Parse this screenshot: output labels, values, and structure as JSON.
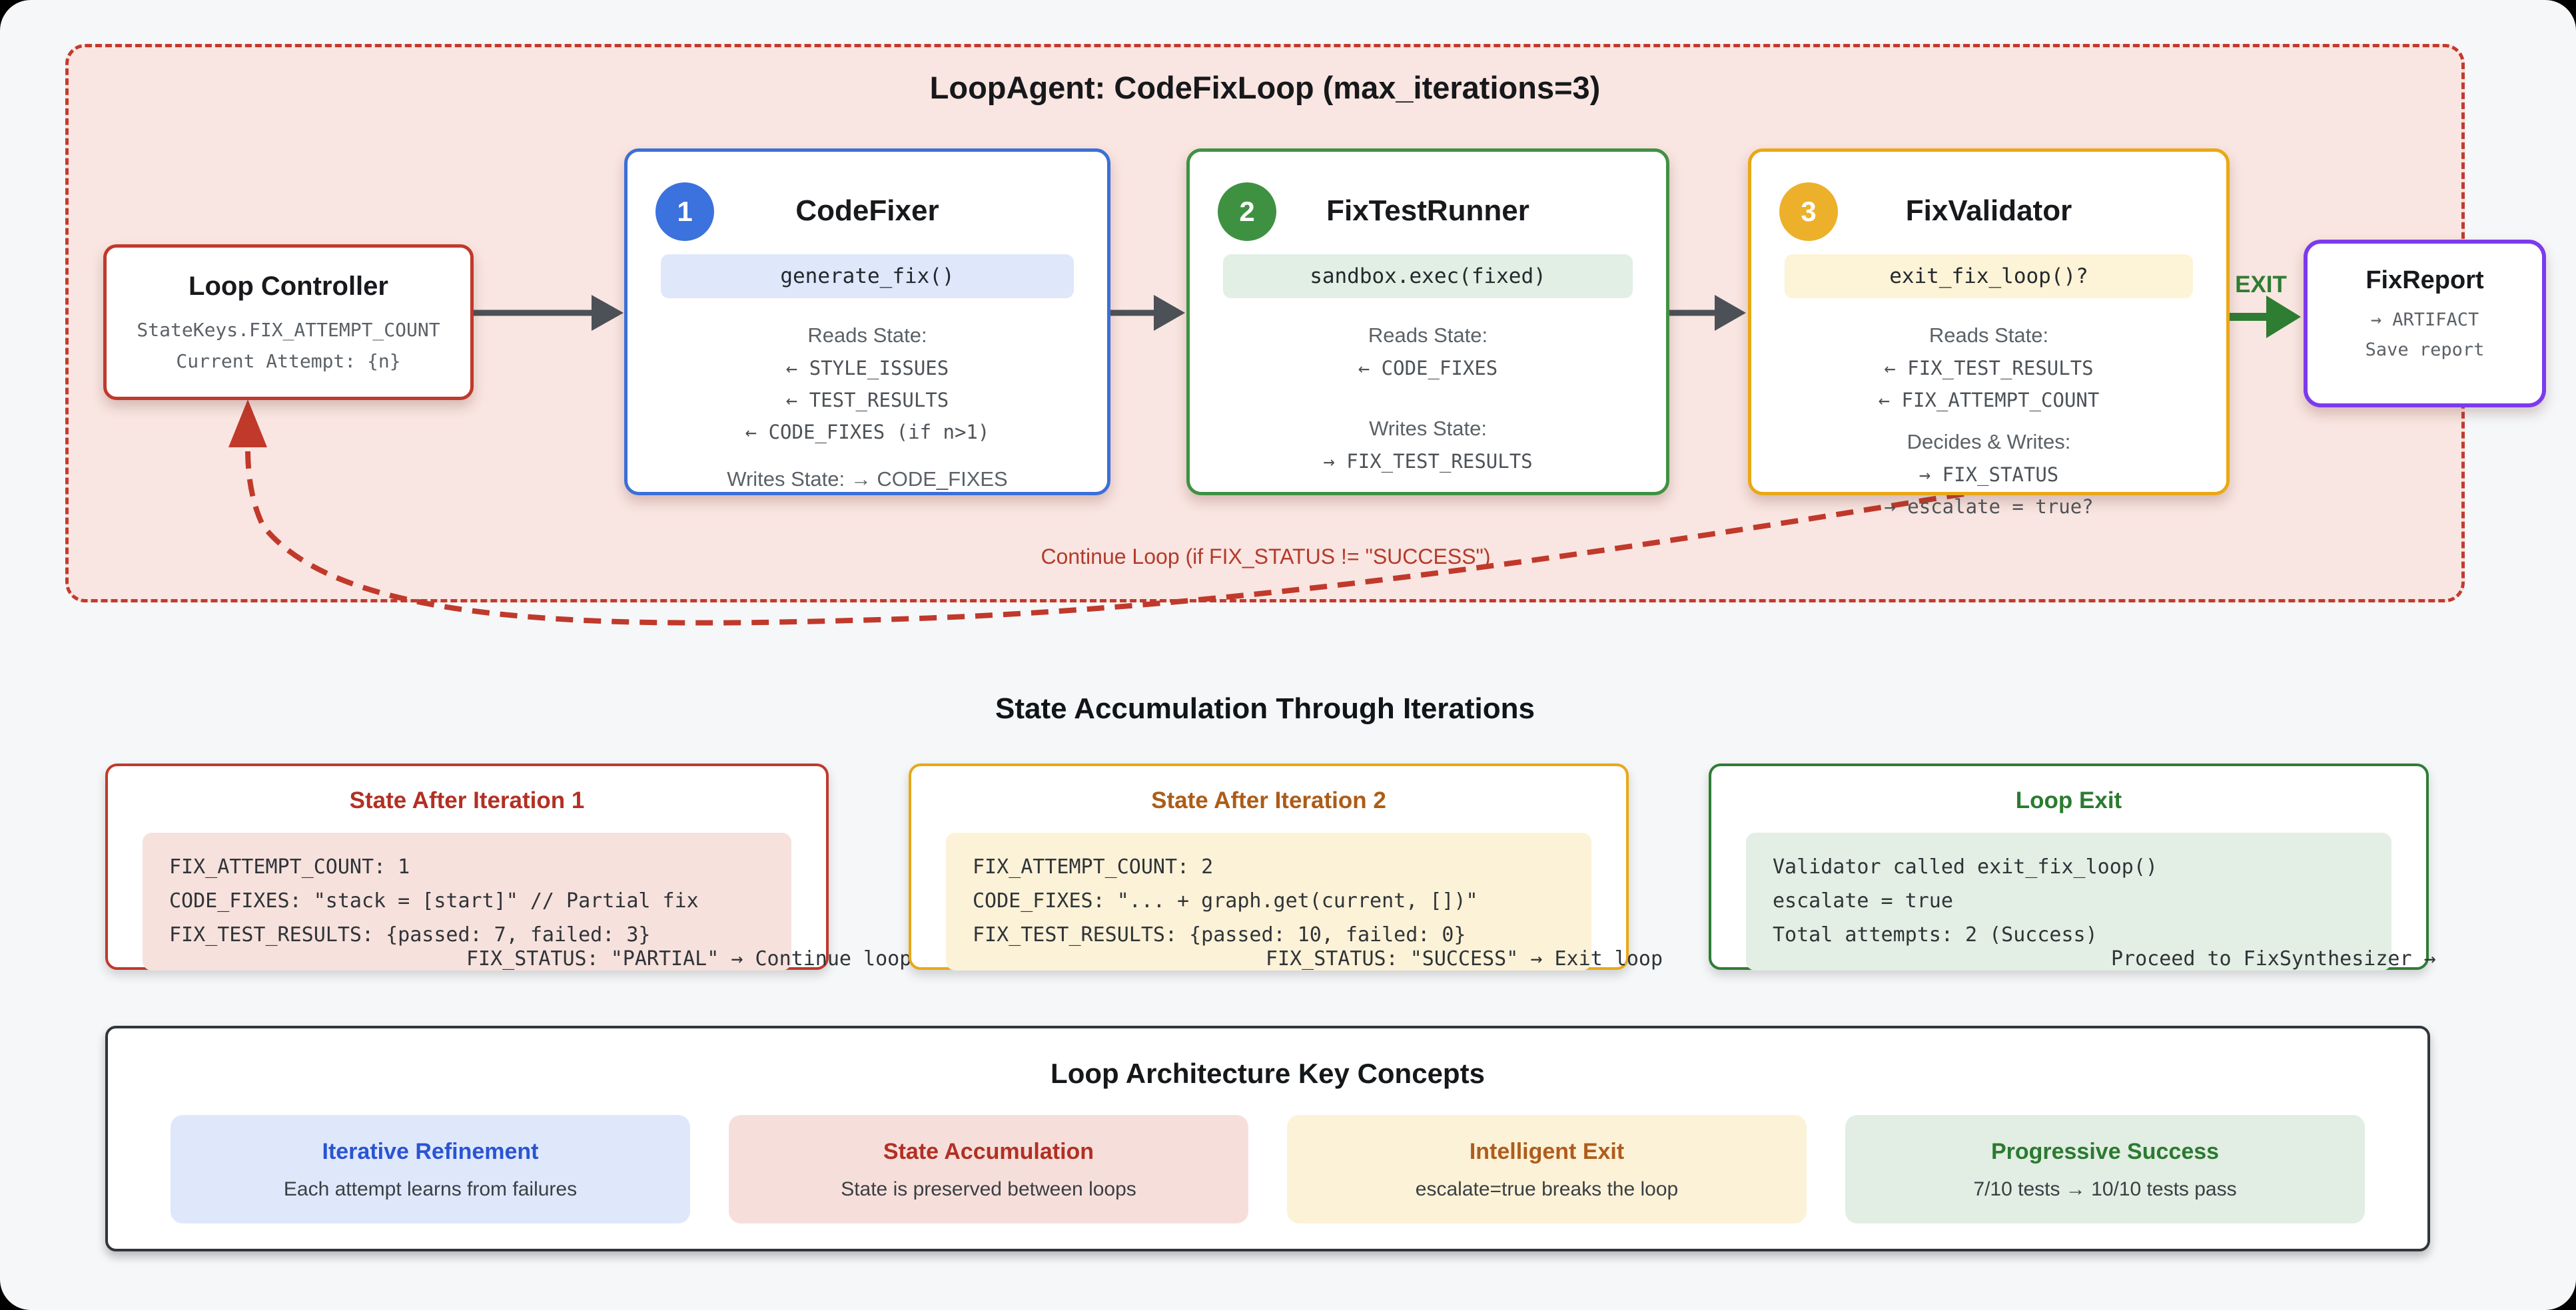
{
  "colors": {
    "container_border": "#c23b2d",
    "container_bg": "#f9e5e1",
    "controller_accent": "#c0392b",
    "codefixer_accent": "#3b6fd8",
    "testrunner_accent": "#3f9142",
    "validator_accent": "#e9a816",
    "report_accent": "#7c3aed",
    "exit_green": "#2e7d32",
    "arrow_gray": "#4b5156"
  },
  "loop": {
    "title": "LoopAgent: CodeFixLoop (max_iterations=3)",
    "controller": {
      "title": "Loop Controller",
      "line1": "StateKeys.FIX_ATTEMPT_COUNT",
      "line2": "Current Attempt: {n}"
    },
    "codefixer": {
      "number": "1",
      "title": "CodeFixer",
      "pill": "generate_fix()",
      "reads_label": "Reads State:",
      "reads": [
        "← STYLE_ISSUES",
        "← TEST_RESULTS",
        "← CODE_FIXES (if n>1)"
      ],
      "writes_line": "Writes State: → CODE_FIXES"
    },
    "testrunner": {
      "number": "2",
      "title": "FixTestRunner",
      "pill": "sandbox.exec(fixed)",
      "reads_label": "Reads State:",
      "reads": [
        "← CODE_FIXES"
      ],
      "writes_label": "Writes State:",
      "writes": [
        "→ FIX_TEST_RESULTS"
      ]
    },
    "validator": {
      "number": "3",
      "title": "FixValidator",
      "pill": "exit_fix_loop()?",
      "reads_label": "Reads State:",
      "reads": [
        "← FIX_TEST_RESULTS",
        "← FIX_ATTEMPT_COUNT"
      ],
      "writes_label": "Decides & Writes:",
      "writes": [
        "→ FIX_STATUS",
        "→ escalate = true?"
      ]
    },
    "exit_label": "EXIT",
    "report": {
      "title": "FixReport",
      "line1": "→ ARTIFACT",
      "line2": "Save report"
    },
    "continue_label": "Continue Loop (if FIX_STATUS != \"SUCCESS\")"
  },
  "state_section": {
    "title": "State Accumulation Through Iterations",
    "iteration1": {
      "title": "State After Iteration 1",
      "lines": [
        "FIX_ATTEMPT_COUNT: 1",
        "CODE_FIXES: \"stack = [start]\" // Partial fix",
        "FIX_TEST_RESULTS: {passed: 7, failed: 3}"
      ],
      "overflow": "FIX_STATUS: \"PARTIAL\" → Continue loop"
    },
    "iteration2": {
      "title": "State After Iteration 2",
      "lines": [
        "FIX_ATTEMPT_COUNT: 2",
        "CODE_FIXES: \"... + graph.get(current, [])\"",
        "FIX_TEST_RESULTS: {passed: 10, failed: 0}"
      ],
      "overflow": "FIX_STATUS: \"SUCCESS\" → Exit loop"
    },
    "loop_exit": {
      "title": "Loop Exit",
      "lines": [
        "Validator called exit_fix_loop()",
        "escalate = true",
        "Total attempts: 2 (Success)"
      ],
      "overflow": "Proceed to FixSynthesizer →"
    }
  },
  "concepts": {
    "title": "Loop Architecture Key Concepts",
    "items": [
      {
        "title": "Iterative Refinement",
        "desc": "Each attempt learns from failures"
      },
      {
        "title": "State Accumulation",
        "desc": "State is preserved between loops"
      },
      {
        "title": "Intelligent Exit",
        "desc": "escalate=true breaks the loop"
      },
      {
        "title": "Progressive Success",
        "desc": "7/10 tests → 10/10 tests pass"
      }
    ]
  }
}
